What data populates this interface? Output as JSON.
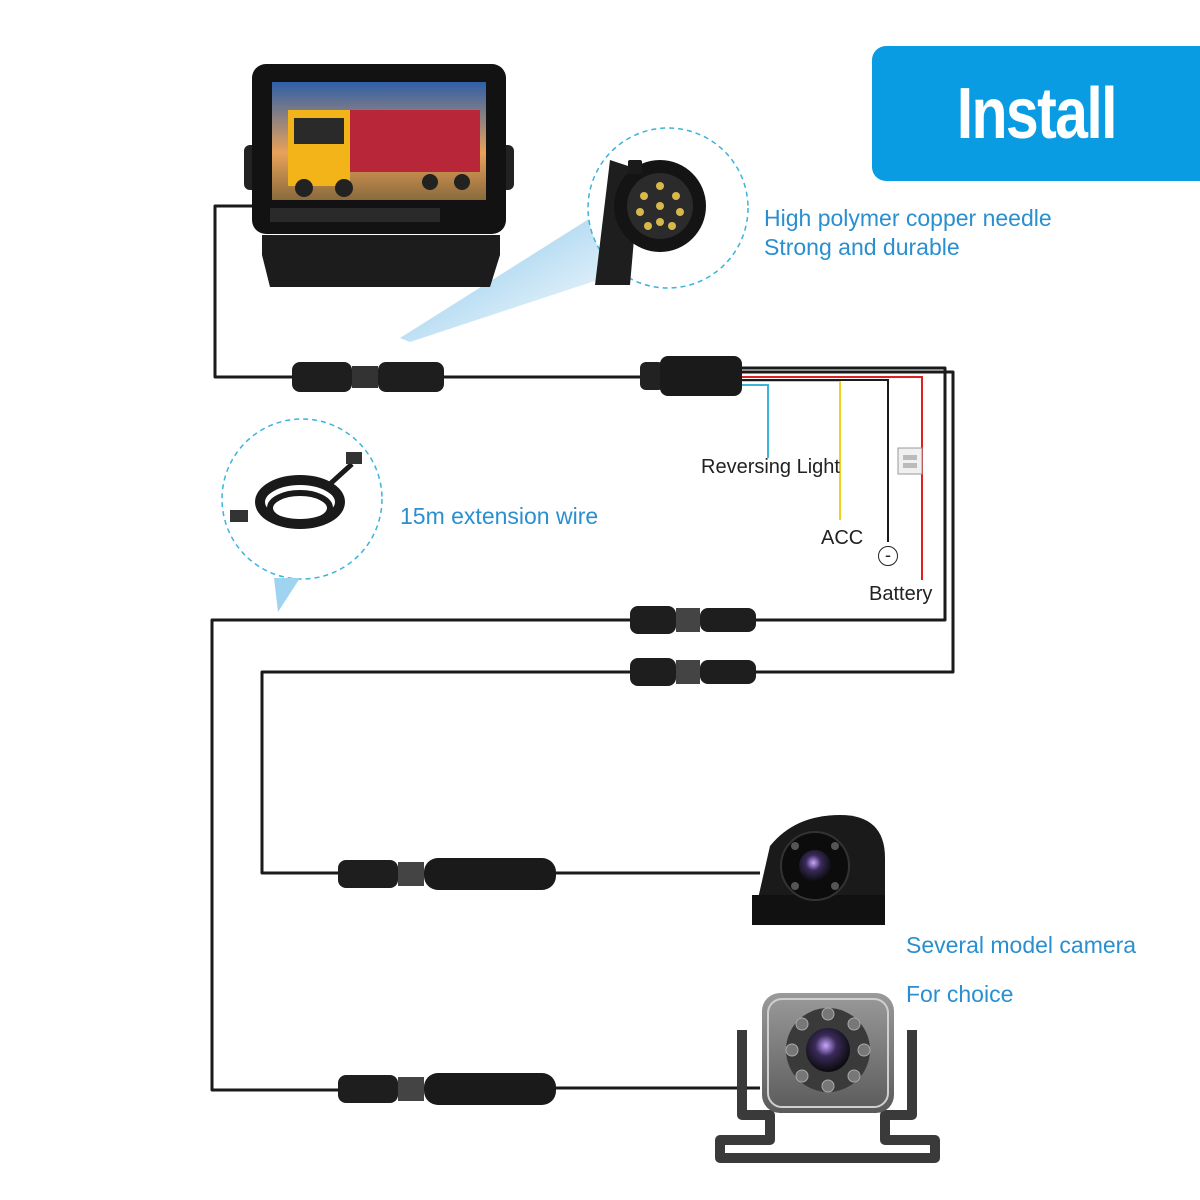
{
  "banner": {
    "text": "Install",
    "color": "#0a9ce2"
  },
  "callouts": {
    "connector_line1": "High polymer copper needle",
    "connector_line2": "Strong and durable",
    "extension": "15m extension wire",
    "camera_line1": "Several model camera",
    "camera_line2": "For choice",
    "text_color": "#2a8fd0"
  },
  "wires": {
    "reversing_light": "Reversing Light",
    "acc": "ACC",
    "battery": "Battery",
    "negative_symbol": "-",
    "colors": {
      "main": "#1a1a1a",
      "reversing": "#3cb3d9",
      "acc": "#f2d21b",
      "battery": "#e02020"
    }
  },
  "icons": [
    "monitor-icon",
    "aviation-connector-icon",
    "extension-cable-coil-icon",
    "side-camera-icon",
    "mount-camera-icon",
    "fuse-holder-icon"
  ]
}
